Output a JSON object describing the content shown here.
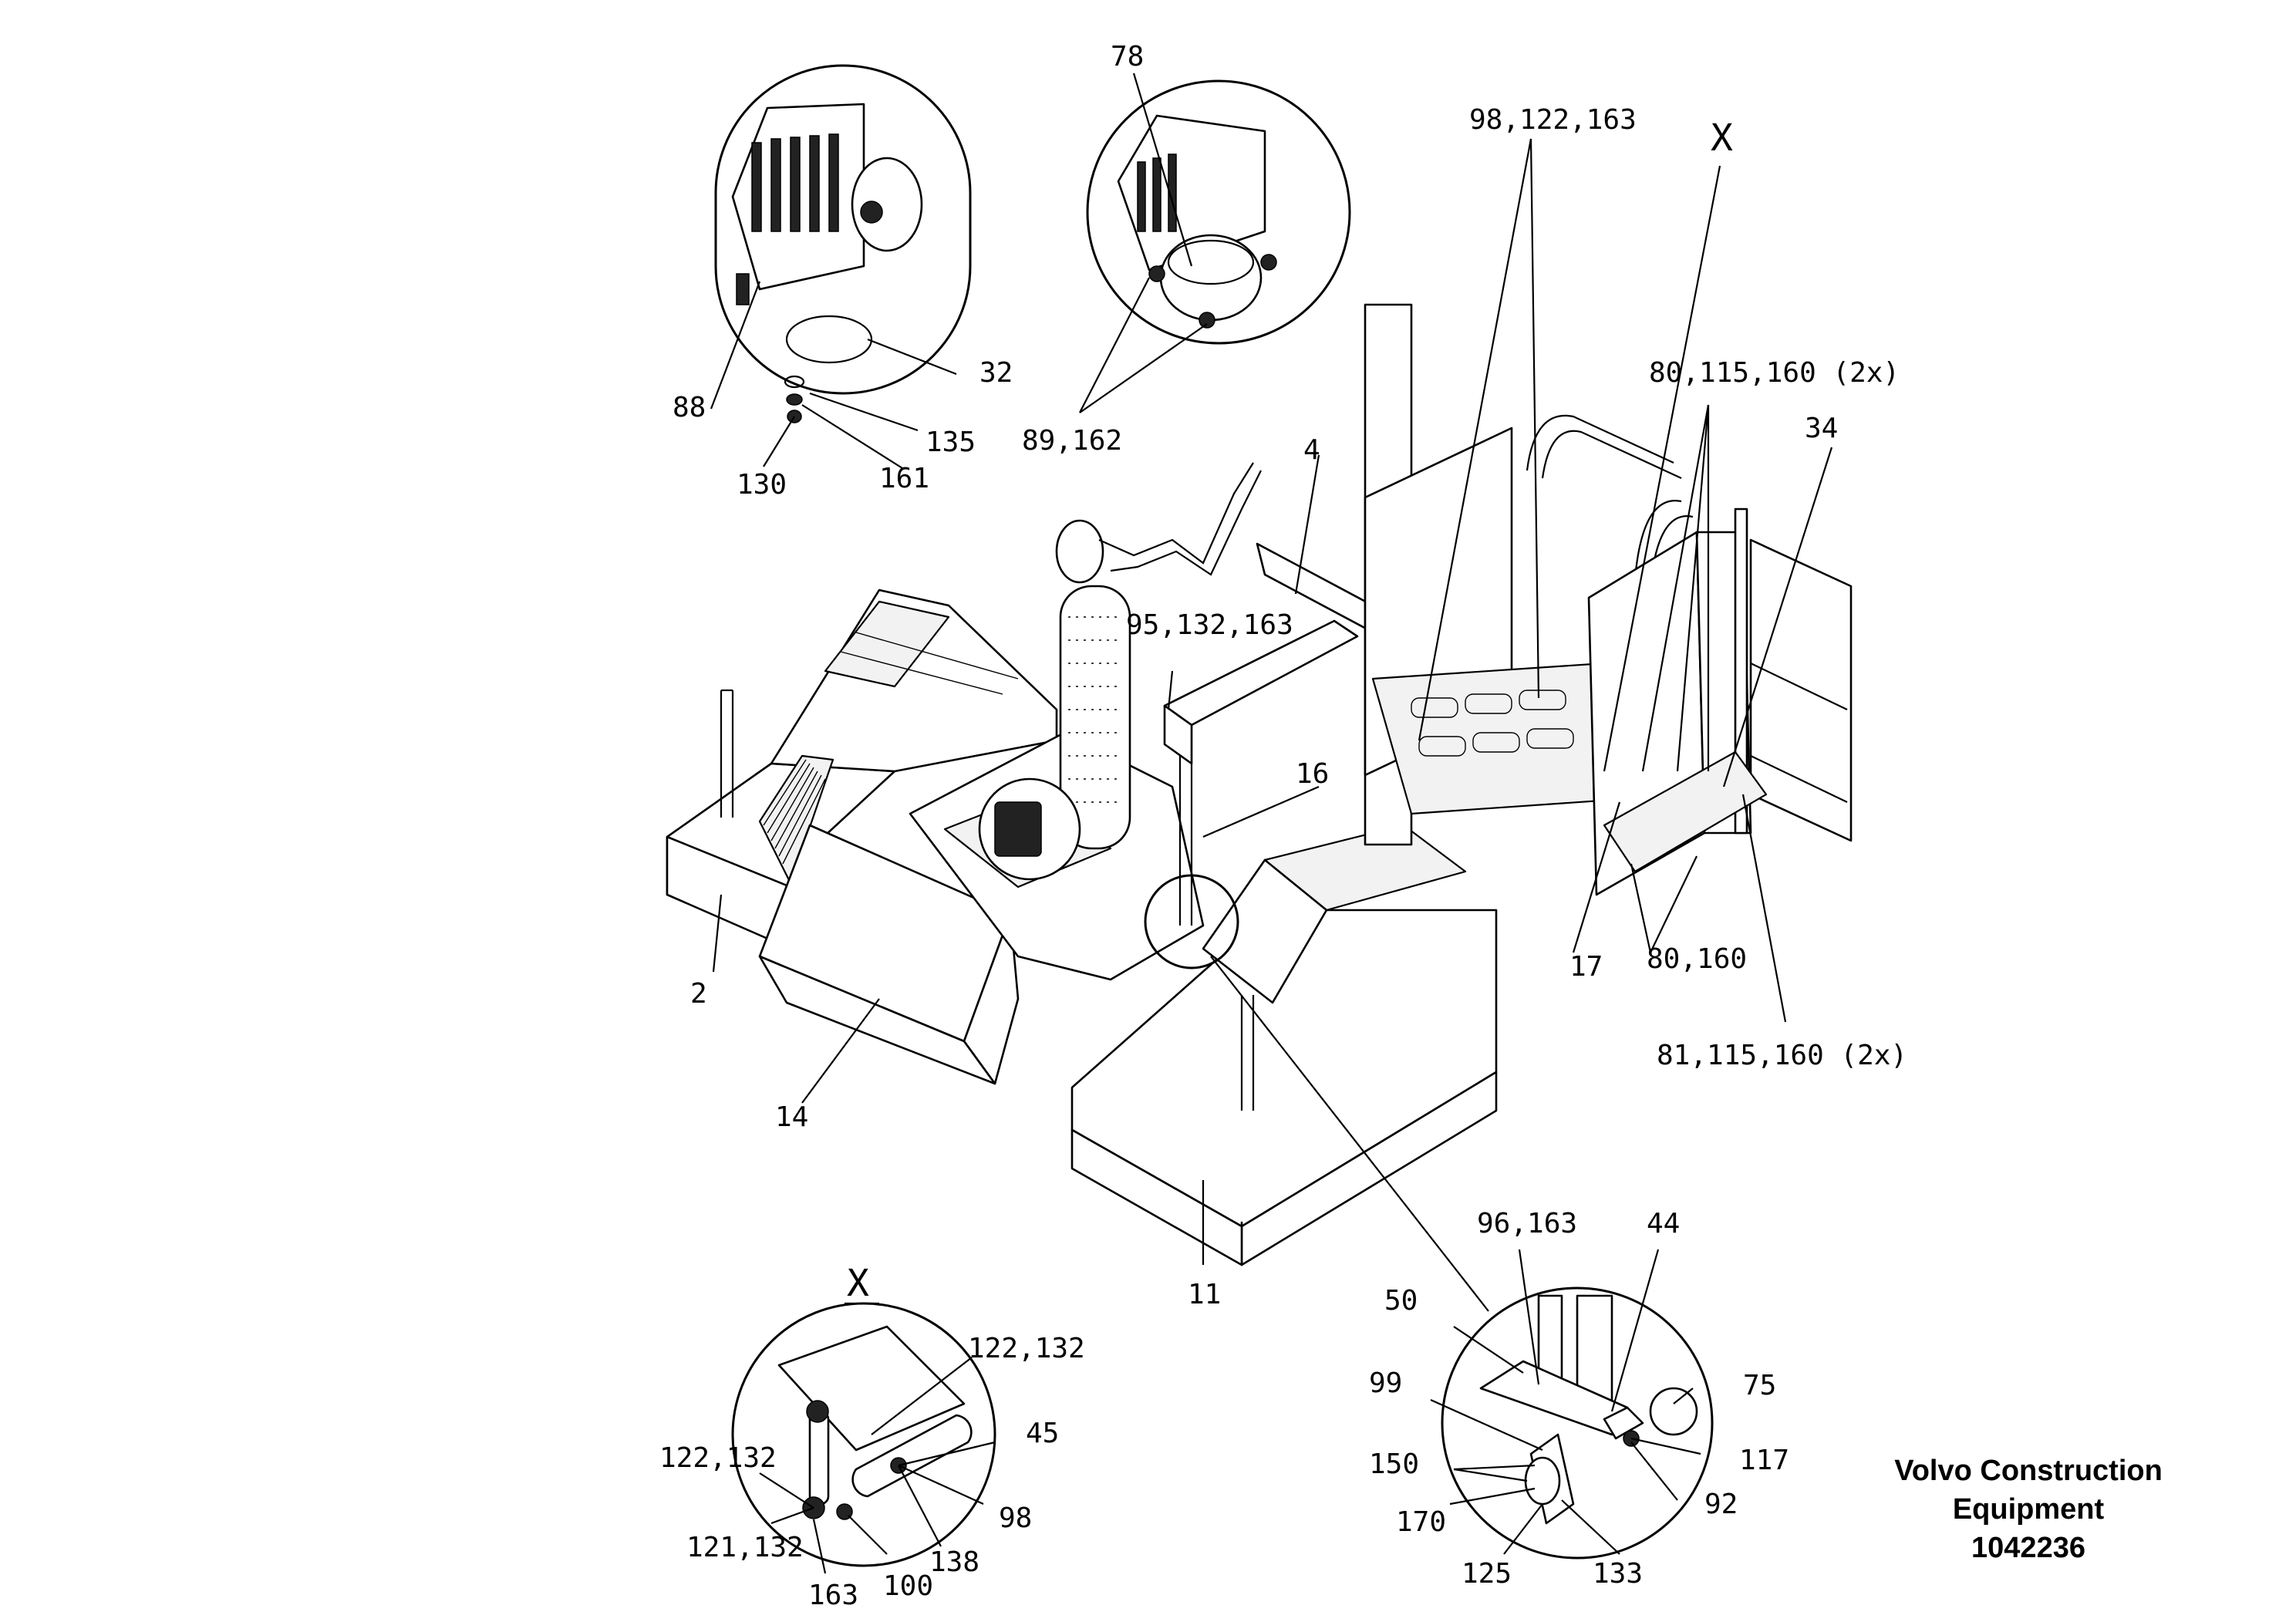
{
  "footer": {
    "company_line1": "Volvo Construction",
    "company_line2": "Equipment",
    "drawing_number": "1042236"
  },
  "callouts": {
    "c88": "88",
    "c32": "32",
    "c135": "135",
    "c130": "130",
    "c161": "161",
    "c78": "78",
    "c89_162": "89,162",
    "c98_122_163": "98,122,163",
    "cX_top": "X",
    "c80_115_160_2x": "80,115,160 (2x)",
    "c34": "34",
    "c4": "4",
    "c95_132_163": "95,132,163",
    "c16": "16",
    "c17": "17",
    "c80_160": "80,160",
    "c81_115_160_2x": "81,115,160 (2x)",
    "c2": "2",
    "c14": "14",
    "c11": "11",
    "cX_detail": "X",
    "c122_132_a": "122,132",
    "c45": "45",
    "c122_132_b": "122,132",
    "c98_b": "98",
    "c121_132": "121,132",
    "c138": "138",
    "c163": "163",
    "c100": "100",
    "c96_163": "96,163",
    "c44": "44",
    "c50": "50",
    "c75": "75",
    "c99": "99",
    "c117": "117",
    "c150": "150",
    "c92": "92",
    "c170": "170",
    "c125": "125",
    "c133": "133"
  }
}
